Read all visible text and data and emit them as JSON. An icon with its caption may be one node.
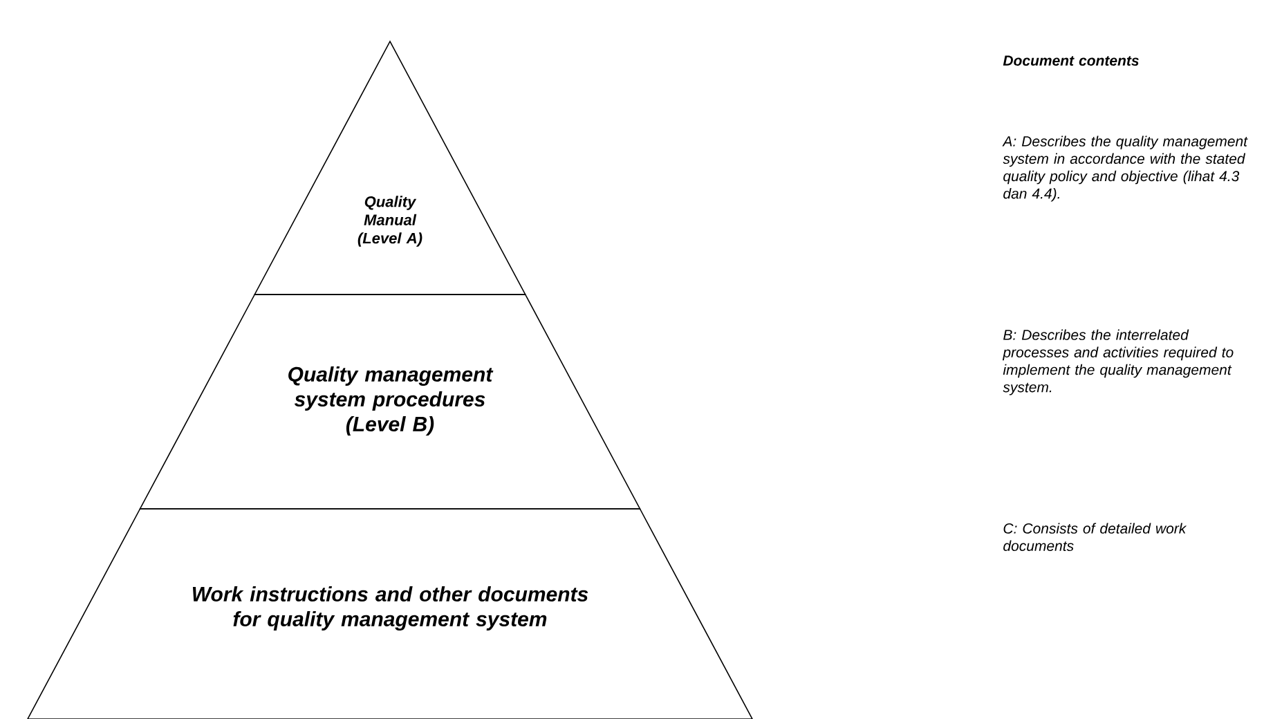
{
  "diagram": {
    "nodes": [
      {
        "text": [
          "Quality Manual (Level A)"
        ]
      },
      {
        "text": [
          "Quality management system procedures (Level B)"
        ]
      },
      {
        "text": [
          "Work instructions and other documents for quality management system"
        ]
      }
    ],
    "labels": [
      "Document contents",
      "A: Describes the quality management system in accordance with the stated quality policy and objective (lihat 4.3 dan 4.4).",
      "B: Describes the interrelated processes and activities required to implement the quality management system.",
      "C: Consists of detailed work documents"
    ]
  }
}
